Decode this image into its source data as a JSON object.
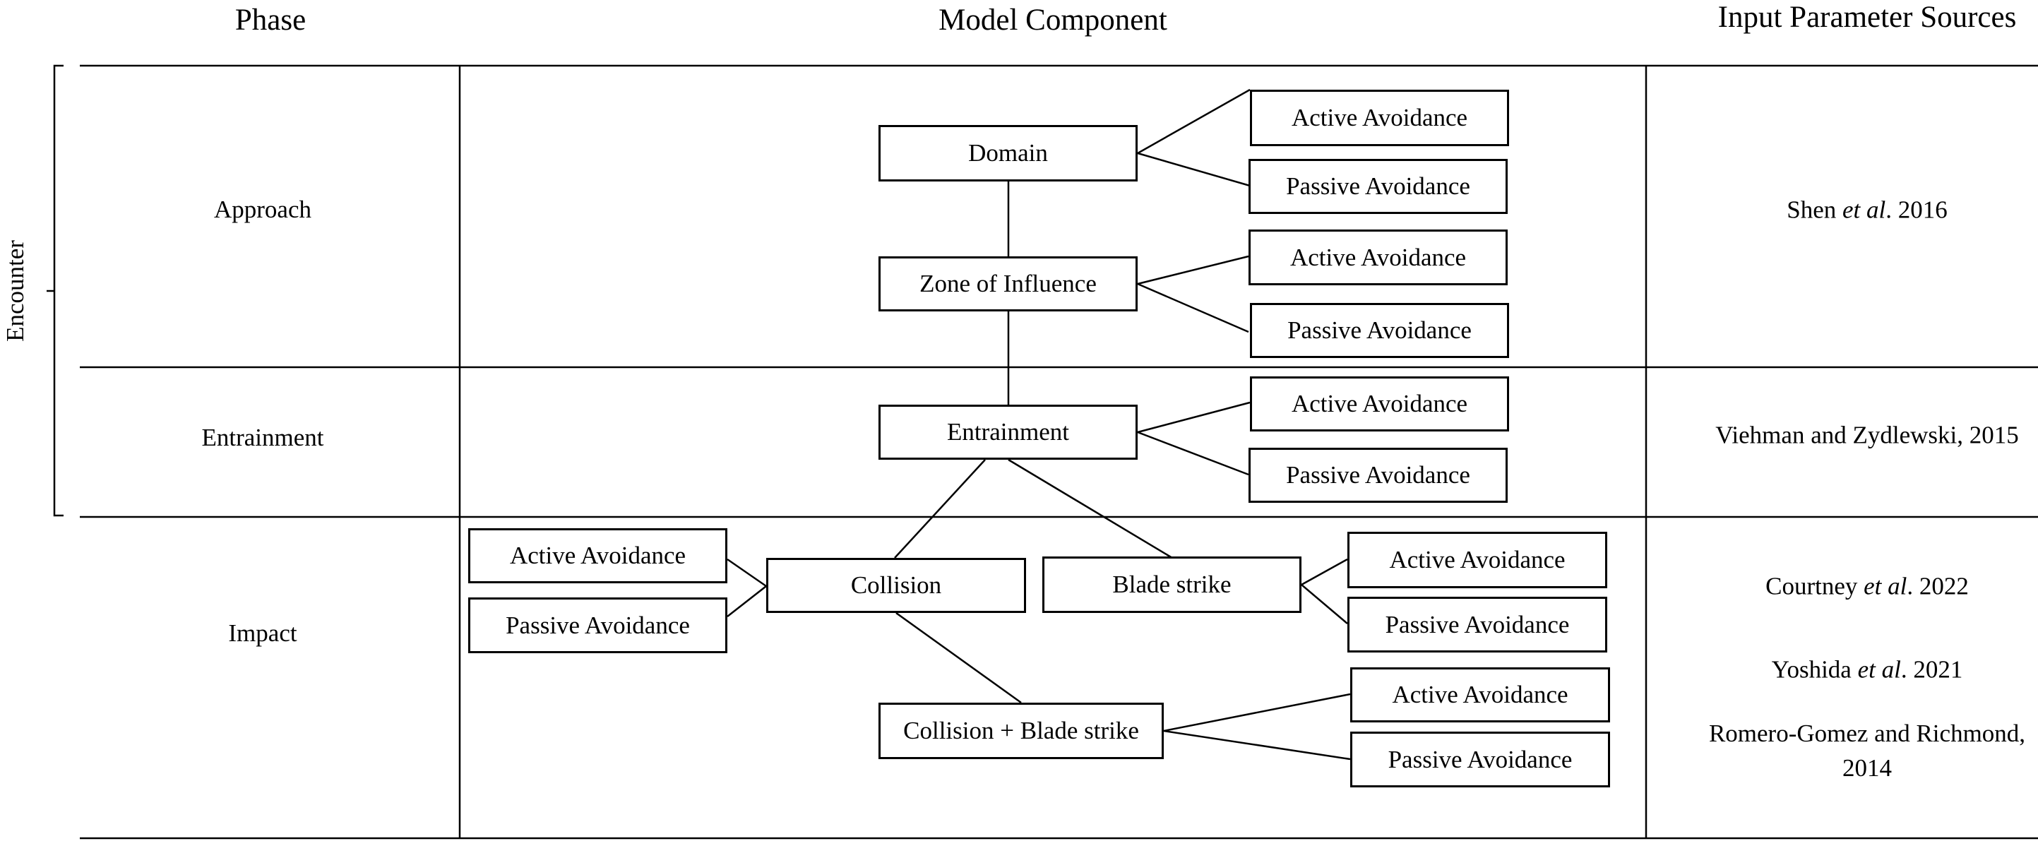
{
  "headers": {
    "phase": "Phase",
    "component": "Model Component",
    "sources": "Input Parameter Sources"
  },
  "encounter_label": "Encounter",
  "phases": {
    "approach": "Approach",
    "entrainment": "Entrainment",
    "impact": "Impact"
  },
  "components": {
    "domain": "Domain",
    "zone_of_influence": "Zone of Influence",
    "entrainment": "Entrainment",
    "collision": "Collision",
    "blade_strike": "Blade strike",
    "collision_blade_strike": "Collision + Blade strike"
  },
  "avoidance": {
    "active": "Active Avoidance",
    "passive": "Passive Avoidance"
  },
  "sources": {
    "approach": {
      "author": "Shen ",
      "etal": "et al",
      "rest": ". 2016"
    },
    "entrainment": {
      "text": "Viehman and Zydlewski, 2015"
    },
    "impact_1": {
      "author": "Courtney ",
      "etal": "et al",
      "rest": ". 2022"
    },
    "impact_2": {
      "author": "Yoshida ",
      "etal": "et al",
      "rest": ". 2021"
    },
    "impact_3": {
      "line1": "Romero-Gomez and Richmond,",
      "line2": "2014"
    }
  }
}
